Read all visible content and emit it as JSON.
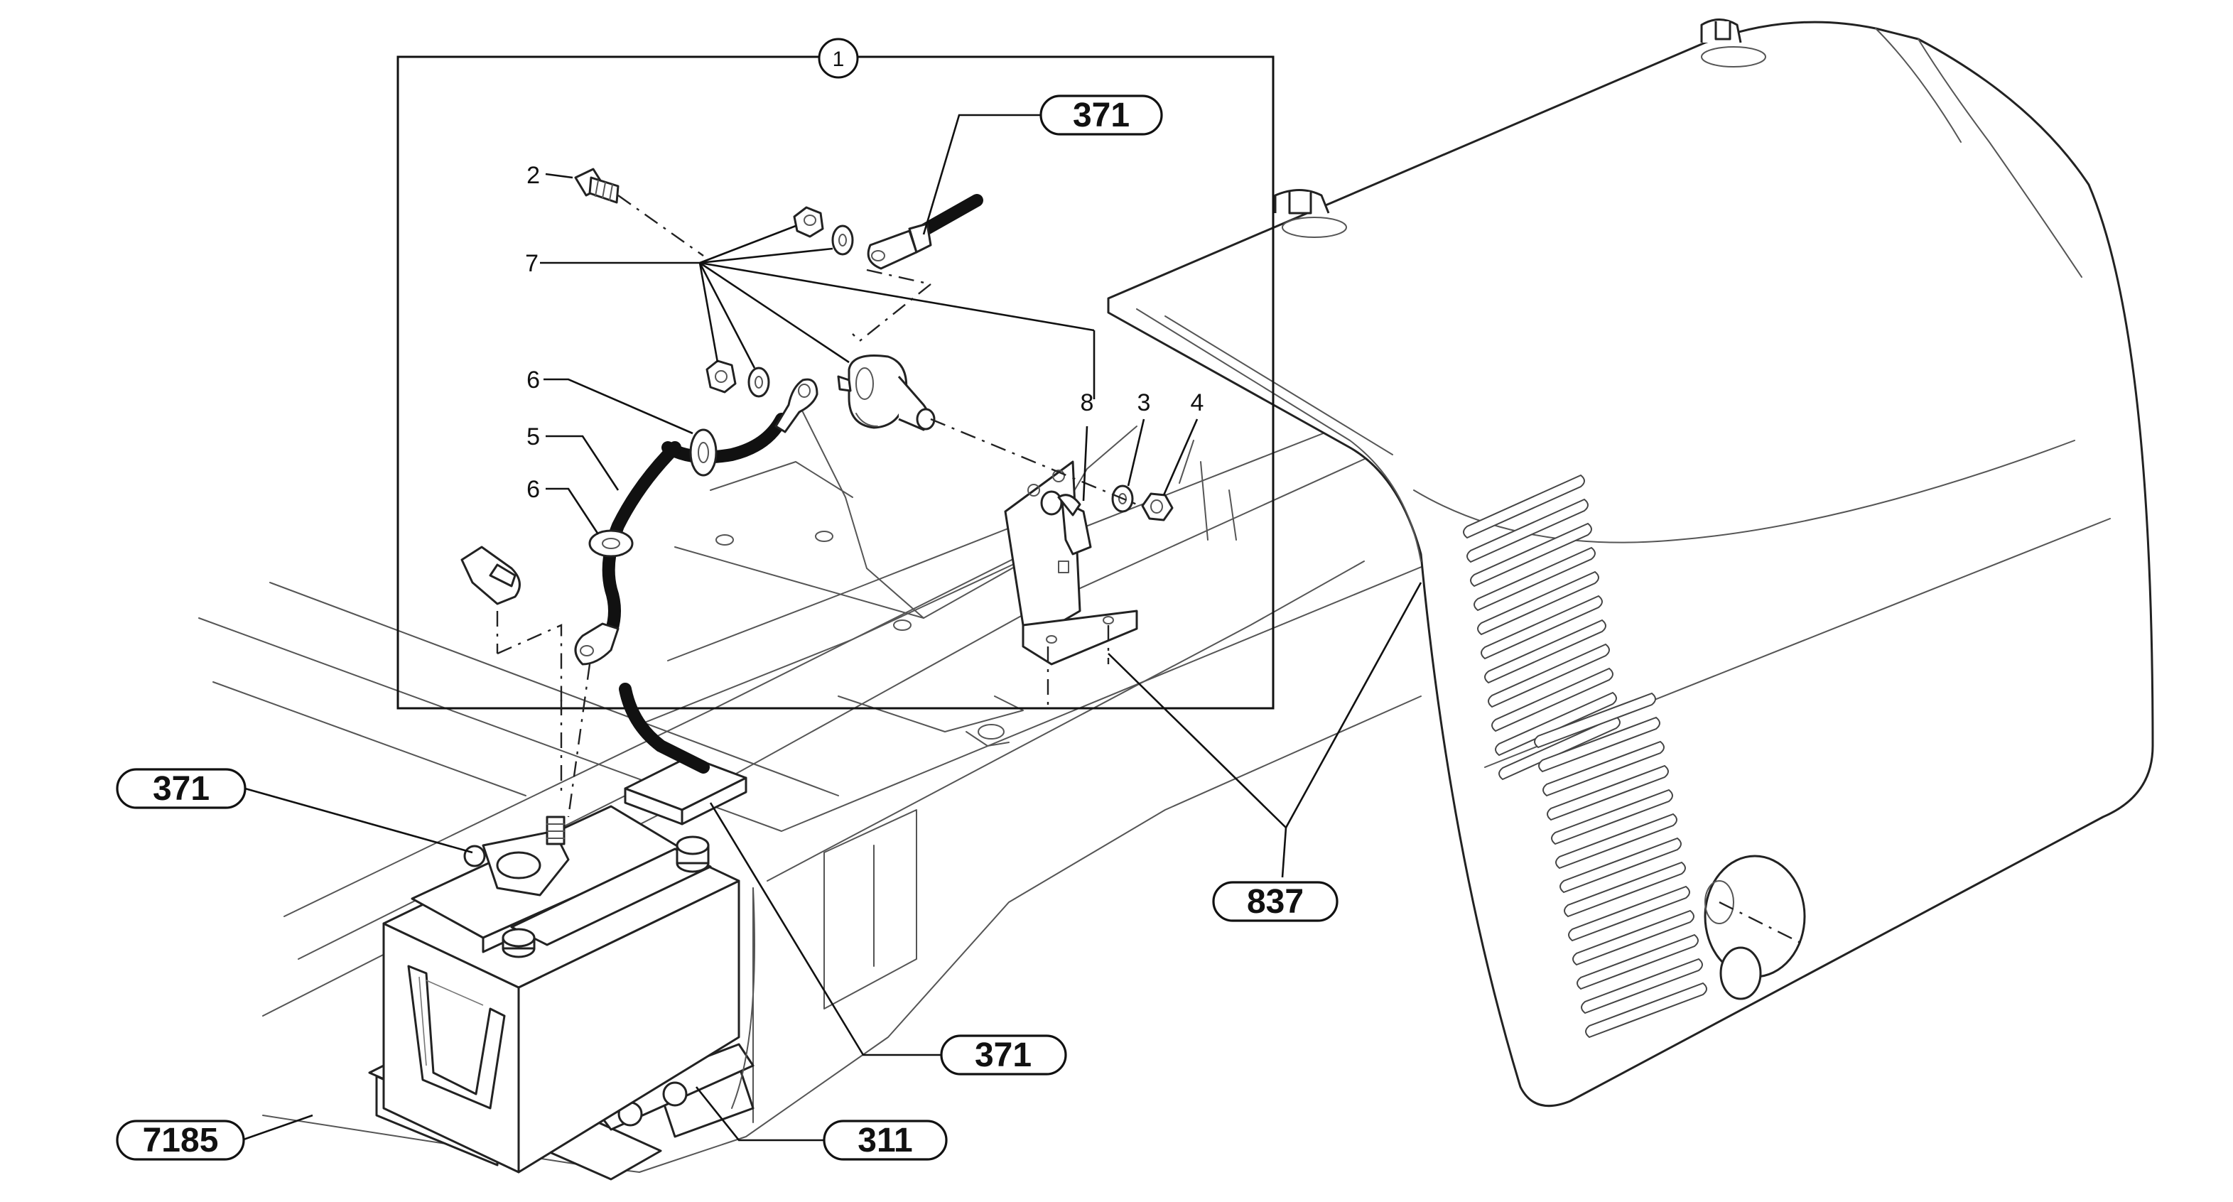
{
  "frame_label": "1",
  "item_numbers": {
    "bolt": "2",
    "washer_right": "3",
    "nut_right": "4",
    "cable_main": "5",
    "grommet_upper": "6",
    "grommet_lower": "6",
    "nuts_washers": "7",
    "switch_lever": "8"
  },
  "references": {
    "cable_terminal": "371",
    "battery_clamp": "371",
    "battery_cover": "371",
    "engine_hood": "837",
    "battery_bracket": "311",
    "frame": "7185"
  }
}
